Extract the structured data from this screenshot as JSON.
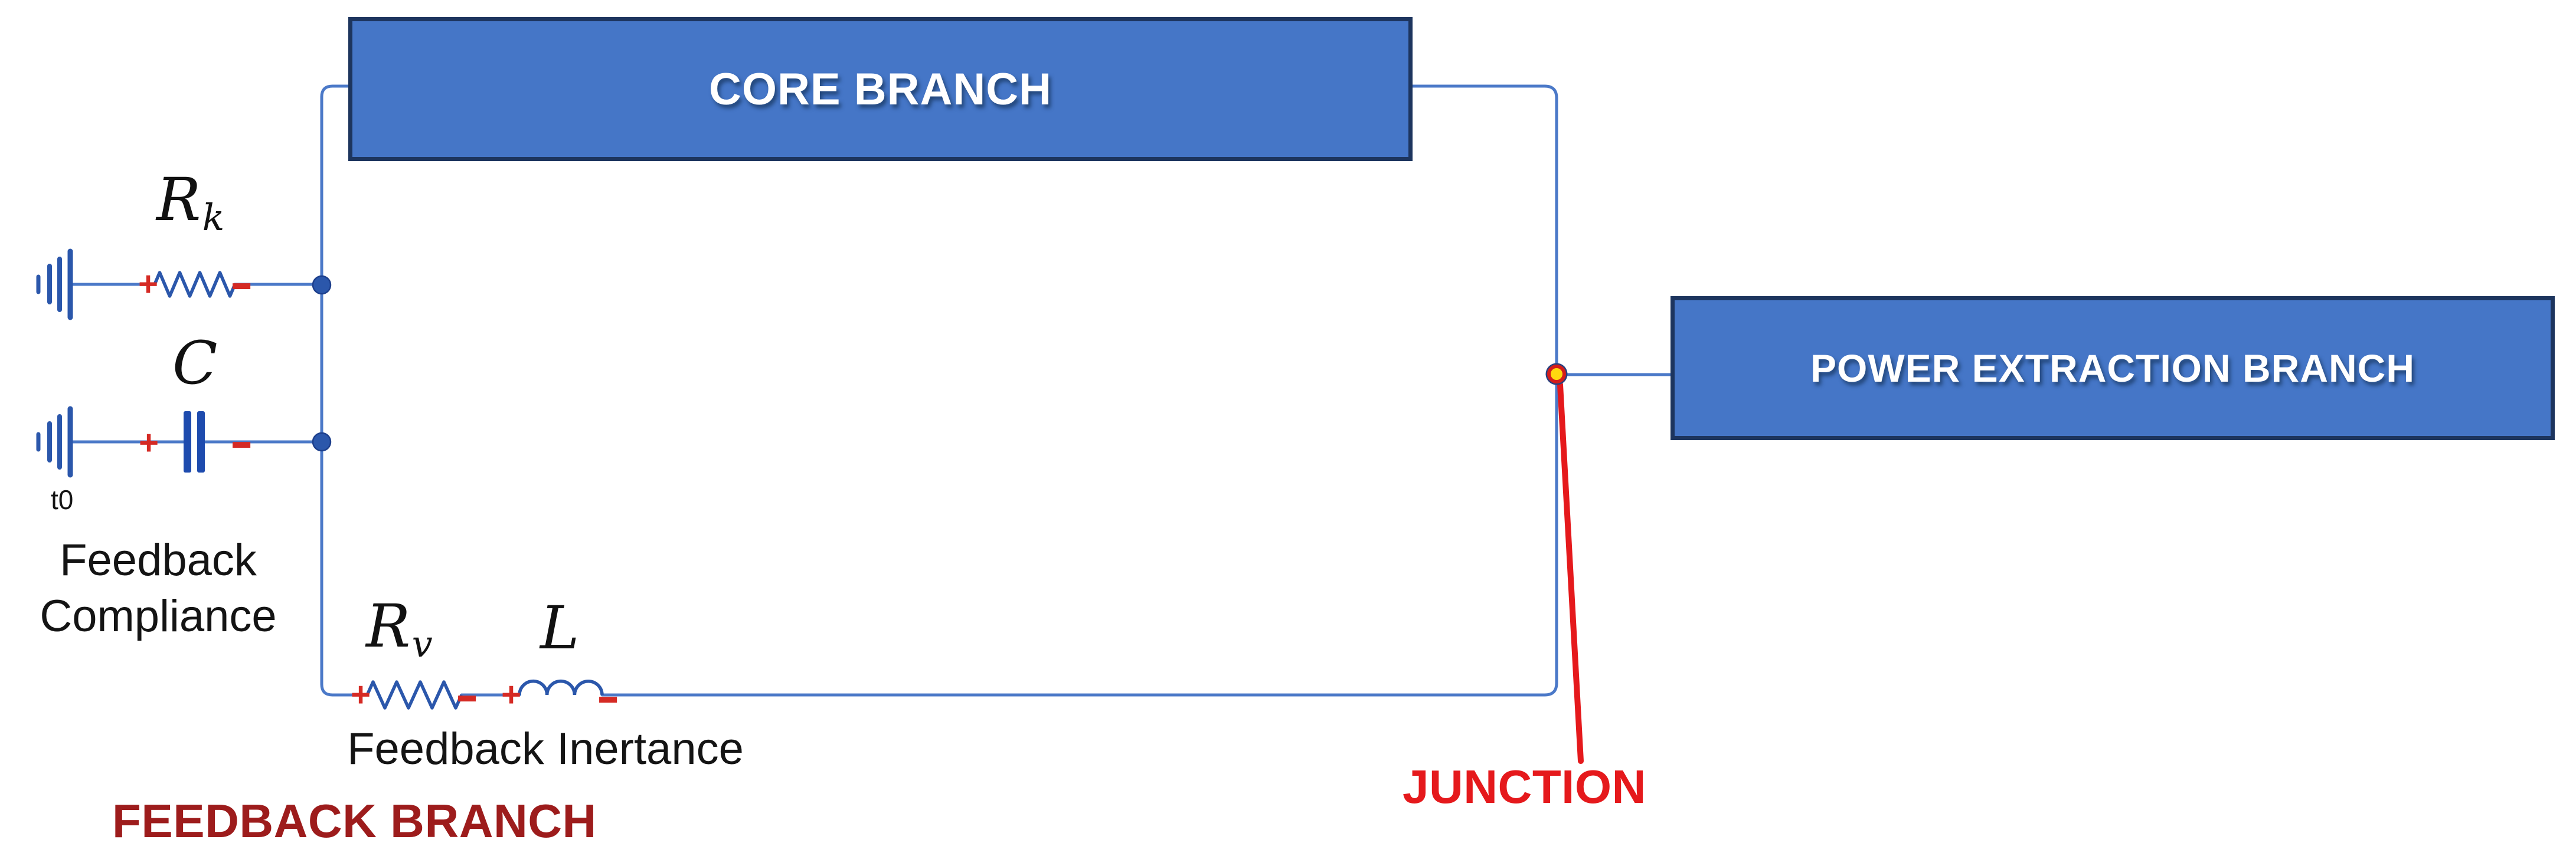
{
  "boxes": {
    "core": {
      "label": "CORE BRANCH"
    },
    "power": {
      "label": "POWER EXTRACTION BRANCH"
    }
  },
  "components": {
    "rk": {
      "symbol": "R",
      "subscript": "k"
    },
    "c": {
      "symbol": "C",
      "subscript": ""
    },
    "rv": {
      "symbol": "R",
      "subscript": "v"
    },
    "l": {
      "symbol": "L",
      "subscript": ""
    },
    "t0": "t0"
  },
  "polarity": {
    "plus": "+",
    "minus": "−"
  },
  "annotations": {
    "feedback_compliance_line1": "Feedback",
    "feedback_compliance_line2": "Compliance",
    "feedback_inertance": "Feedback Inertance",
    "feedback_branch": "FEEDBACK BRANCH",
    "junction": "JUNCTION"
  },
  "colors": {
    "wire_blue": "#4b79c8",
    "component_blue": "#2b57ab",
    "capacitor_blue": "#1e4bae",
    "node_blue": "#2b57ab",
    "box_fill": "#4576c7",
    "box_border": "#1d355e",
    "box_text": "#ffffff",
    "bright_red": "#e5191c",
    "dark_red": "#9d1c1c",
    "mark_red": "#d52a24",
    "junction_yellow": "#ffd90f",
    "text_black": "#141414"
  }
}
